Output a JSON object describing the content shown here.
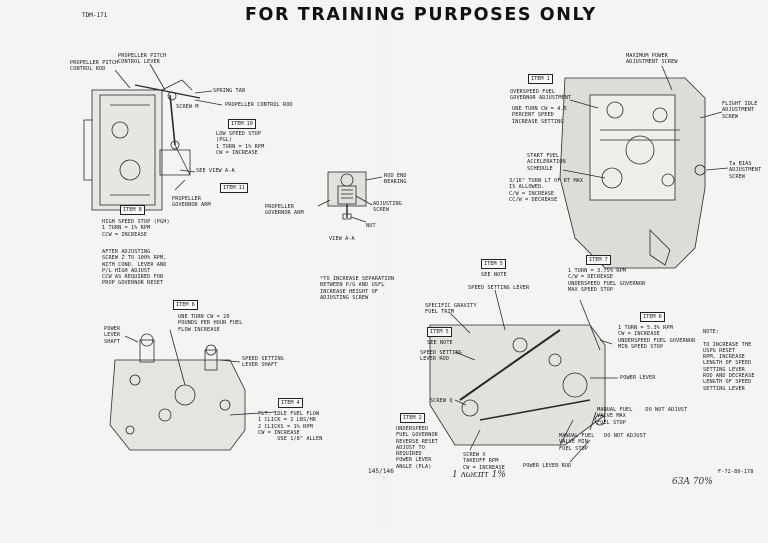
{
  "header": {
    "title": "FOR TRAINING PURPOSES ONLY",
    "doc_id": "TDM-171"
  },
  "labels": {
    "prop_pitch_rod": "PROPELLER PITCH\nCONTROL ROD",
    "prop_pitch_lever": "PROPELLER PITCH\nCONTROL LEVER",
    "spring_tab": "SPRING TAB",
    "screw_m": "SCREW M",
    "prop_control_rod": "PROPELLER CONTROL ROD",
    "see_view_aa": "SEE VIEW A-A",
    "prop_gov_arm": "PROPELLER\nGOVERNOR ARM",
    "view_aa_arm": "PROPELLER\nGOVERNOR ARM",
    "rod_end_bearing": "ROD END\nBEARING",
    "adjusting_screw": "ADJUSTING\nSCREW",
    "nut": "NUT",
    "view_aa": "VIEW A-A",
    "high_speed_stop": "HIGH SPEED STOP (PGH)\n1 TURN = 1% RPM\nCCW = INCREASE",
    "after_adjusting": "AFTER ADJUSTING\nSCREW Z TO 100% RPM,\nWITH COND. LEVER AND\nP/L HIGH ADJUST\nCCW AS REQUIRED FOR\nPROP GOVERNOR RESET",
    "low_speed_stop": "LOW SPEED STOP\n(PGL)\n1 TURN = 1% RPM\nCW = INCREASE",
    "increase_separation": "*TO INCREASE SEPARATION\nBETWEEN P/G AND USFL\nINCREASE HEIGHT OF\nADJUSTING SCREW",
    "max_power_screw": "MAXIMUM POWER\nADJUSTMENT SCREW",
    "overspeed_gov_adj": "OVERSPEED FUEL\nGOVERNOR ADJUSTMENT",
    "one_turn_45": "ONE TURN CW = 4.5\nPERCENT SPEED\nINCREASE SETTING",
    "flight_idle_screw": "FLIGHT IDLE\nADJUSTMENT\nSCREW",
    "start_fuel": "START FUEL\nACCELERATION\nSCHEDULE",
    "three_sixteenths": "3/16\" TURN LT OF RT MAX\nIS ALLOWED.\nC/W = INCREASE\nCC/W = DECREASE",
    "ta_bias_screw": "Ta BIAS\nADJUSTMENT\nSCREW",
    "see_note": "SEE NOTE",
    "speed_setting_lever": "SPEED SETTING LEVER",
    "one_turn_37": "1 TURN = 3.75% RPM\nC/W = DECREASE\nUNDERSPEED FUEL GOVERNOR\nMAX SPEED STOP",
    "specific_gravity": "SPECIFIC GRAVITY\nFUEL TRIM",
    "see_note_2": "SEE NOTE",
    "speed_setting_rod": "SPEED SETTING\nLEVER ROD",
    "one_turn_53": "1 TURN = 5.3% RPM\nCW = INCREASE\nUNDERSPEED FUEL GOVERNOR\nMIN SPEED STOP",
    "power_lever": "POWER LEVER",
    "note": "NOTE:\n\nTO INCREASE THE\nUSPG RESET\nRPM, INCREASE\nLENGTH OF SPEED\nSETTING LEVER\nROD AND DECREASE\nLENGTH OF SPEED\nSETTING LEVER",
    "one_turn_20": "ONE TURN CW = 20\nPOUNDS PER HOUR FUEL\nFLOW INCREASE",
    "power_lever_shaft": "POWER\nLEVER\nSHAFT",
    "speed_setting_shaft": "SPEED SETTING\nLEVER SHAFT",
    "flt_idle_fuel": "FLT. IDLE FUEL FLOW\n1 CLICK = 2 LBS/HR\n2 CLICKS = 1% RPM\nCW = INCREASE\n      USE 1/8\" ALLEN",
    "screw_q": "SCREW Q",
    "underspeed_reset": "UNDERSPEED\nFUEL GOVERNOR\nREVERSE RESET\nADJUST TO\nREQUIRED\nPOWER LEVER\nANGLE (PLA)",
    "screw_x": "SCREW X\nTAKEOFF RPM\nCW = INCREASE",
    "manual_fuel_max": "MANUAL FUEL    DO NOT ADJUST\nVALVE MAX\nFUEL STOP",
    "manual_fuel_min": "MANUAL FUEL   DO NOT ADJUST\nVALVE MIN\nFUEL STOP",
    "power_lever_rod": "POWER LEVER ROD",
    "page_ref": "145/146",
    "figure_id": "F-72-80-178"
  },
  "items": {
    "item1": "ITEM 1",
    "item10": "ITEM 10",
    "item11": "ITEM 11",
    "item8": "ITEM 8",
    "item6": "ITEM 6",
    "item4": "ITEM 4",
    "item5": "ITEM 5",
    "item7": "ITEM 7",
    "item5b": "ITEM 5",
    "item6b": "ITEM 6",
    "item2": "ITEM 2"
  },
  "handwriting": {
    "signature": "1 ʌωεπτ 1%",
    "code": "63A 70%"
  }
}
